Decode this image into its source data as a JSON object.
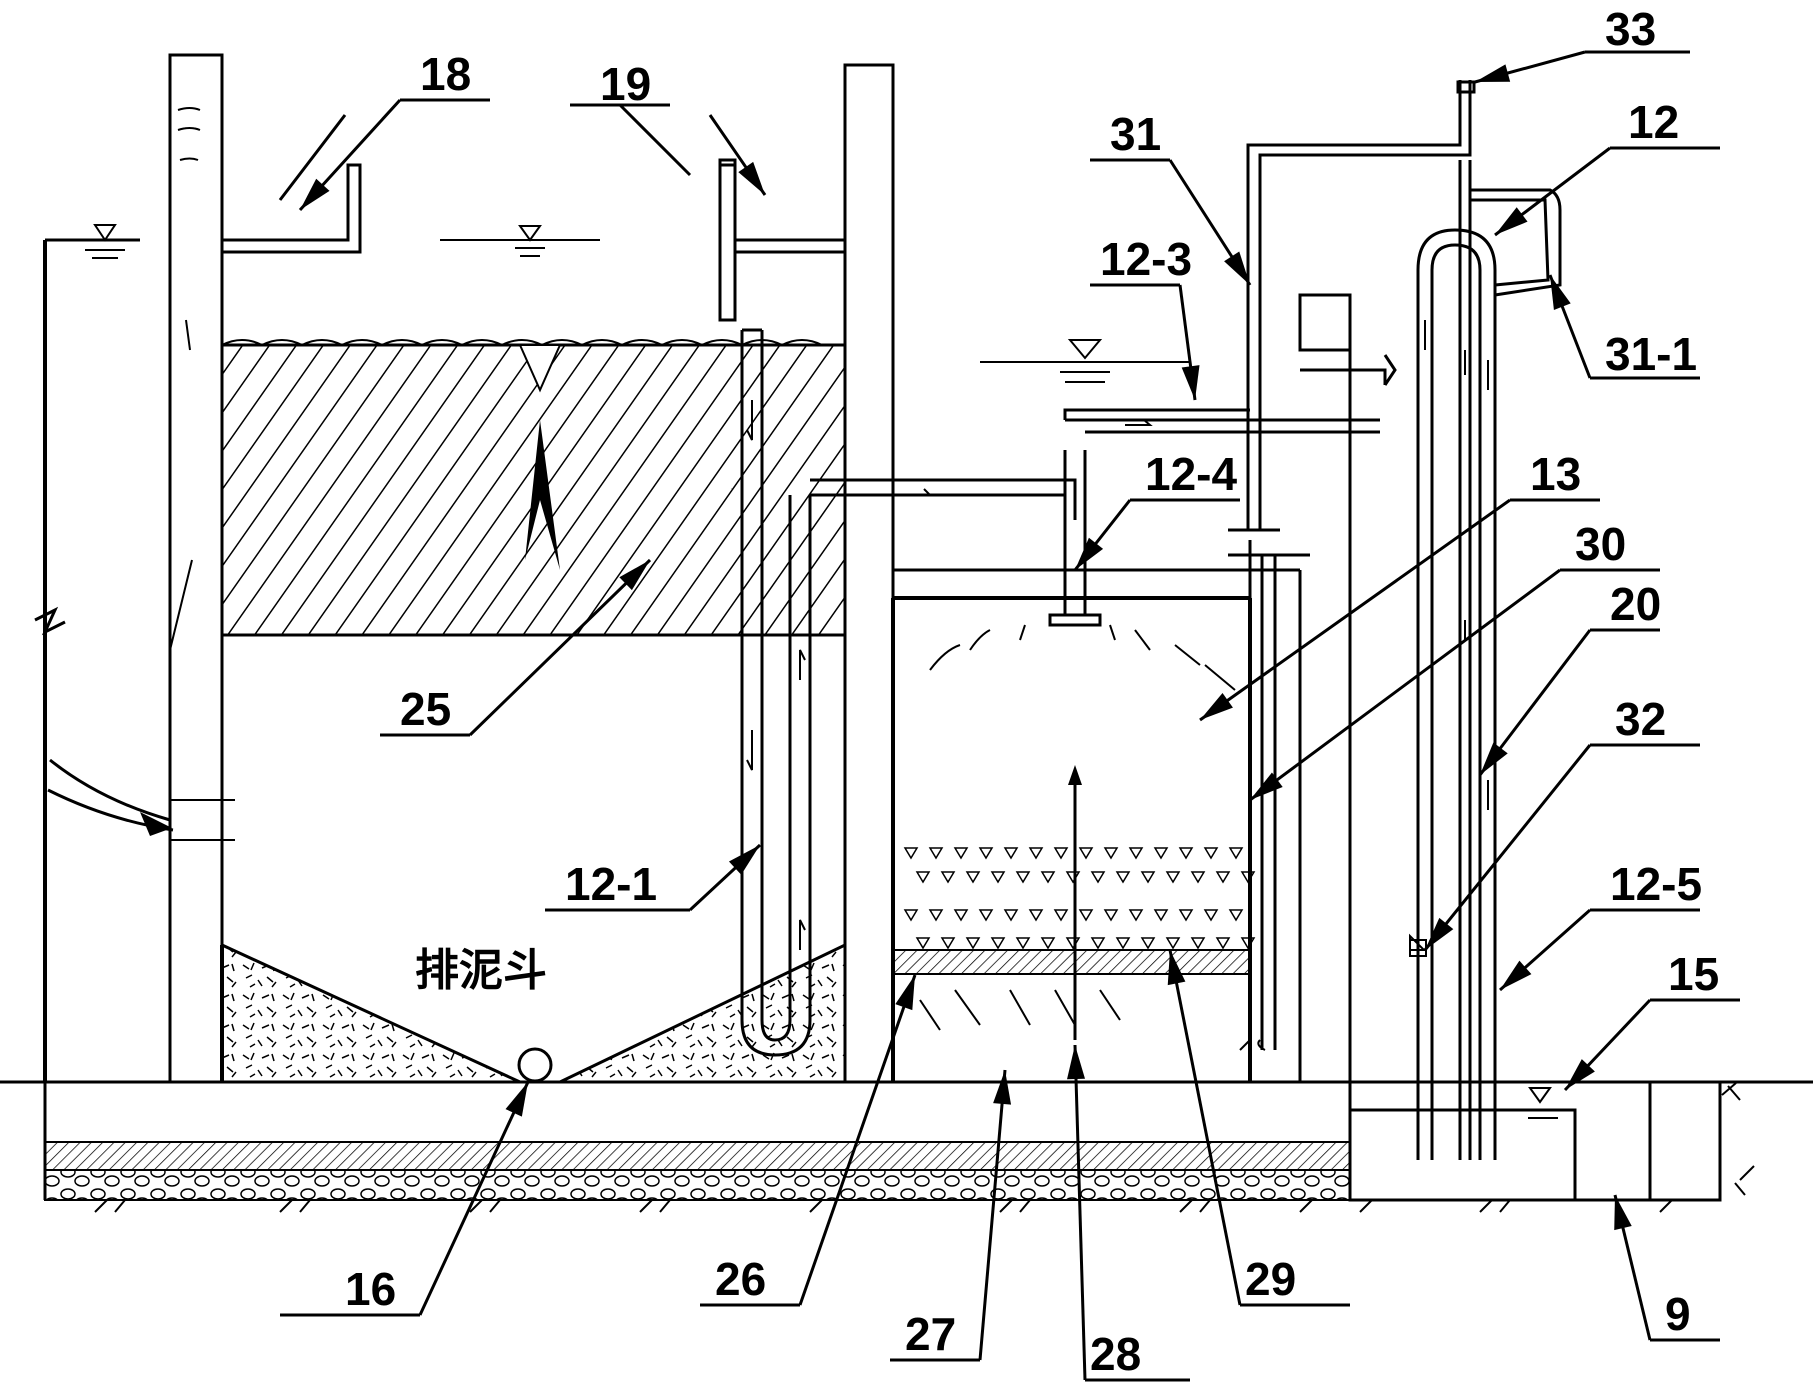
{
  "labels": {
    "l18": "18",
    "l19": "19",
    "l33": "33",
    "l31": "31",
    "l12": "12",
    "l12_3": "12-3",
    "l31_1": "31-1",
    "l12_4": "12-4",
    "l13": "13",
    "l30": "30",
    "l20": "20",
    "l32": "32",
    "l25": "25",
    "l12_1": "12-1",
    "l12_5": "12-5",
    "l15": "15",
    "l16": "16",
    "l26": "26",
    "l27": "27",
    "l28": "28",
    "l29": "29",
    "l9": "9"
  },
  "sludge_hopper_text": "排泥斗"
}
